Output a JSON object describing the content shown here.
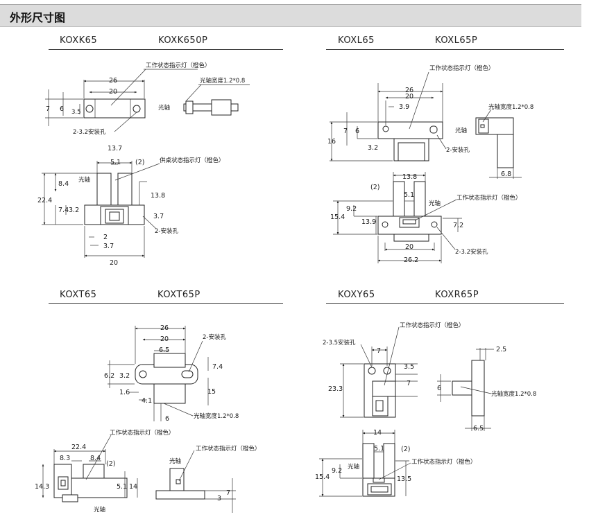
{
  "header": {
    "title": "外形尺寸图"
  },
  "sections": [
    {
      "model_a": "KOXK65",
      "model_b": "KOXK650P"
    },
    {
      "model_a": "KOXL65",
      "model_b": "KOXL65P"
    },
    {
      "model_a": "KOXT65",
      "model_b": "KOXT65P"
    },
    {
      "model_a": "KOXY65",
      "model_b": "KOXR65P"
    }
  ],
  "labels": {
    "indicator": "工作状态指示灯（橙色）",
    "power_indicator": "供桌状态指示灯（橙色）",
    "shaft_width": "光轴宽度1.2*0.8",
    "shaft": "光轴",
    "hole_32": "2-3.2安装孔",
    "hole_generic": "2-安装孔",
    "hole_35": "2-3.5安装孔"
  },
  "dims": {
    "k1": {
      "w26": "26",
      "w20": "20",
      "h7": "7",
      "h6": "6",
      "h35": "3.5"
    },
    "k2": {
      "w137": "13.7",
      "w51": "5.1",
      "p2": "(2)",
      "h84": "8.4",
      "h224": "22.4",
      "h74": "7.4",
      "h32": "3.2",
      "h138": "13.8",
      "h37": "3.7",
      "w2": "2",
      "w37": "3.7",
      "w20": "20"
    },
    "l1": {
      "w26": "26",
      "w20": "20",
      "w39": "3.9",
      "h7": "7",
      "h6": "6",
      "h16": "16",
      "h32": "3.2",
      "w68": "6.8"
    },
    "l2": {
      "p2": "(2)",
      "w138": "13.8",
      "w51": "5.1",
      "h92": "9.2",
      "h154": "15.4",
      "h139": "13.9",
      "h72": "7.2",
      "w20": "20",
      "w262": "26.2"
    },
    "t1": {
      "w26": "26",
      "w20": "20",
      "w65": "6.5",
      "h62": "6.2",
      "h32": "3.2",
      "h74": "7.4",
      "h15": "15",
      "h16": "1.6",
      "h41": "4.1",
      "w6": "6"
    },
    "t2": {
      "w224": "22.4",
      "w83": "8.3",
      "w84": "8.4",
      "p2": "(2)",
      "h143": "14.3",
      "h51": "5.1",
      "h14": "14",
      "h7": "7",
      "h3": "3"
    },
    "y1": {
      "w7": "7",
      "h35": "3.5",
      "h7": "7",
      "h233": "23.3",
      "w25": "2.5",
      "h6": "6",
      "w65": "6.5"
    },
    "y2": {
      "w14": "14",
      "w51": "5.1",
      "p2": "(2)",
      "h92": "9.2",
      "h154": "15.4",
      "h135": "13.5"
    }
  }
}
